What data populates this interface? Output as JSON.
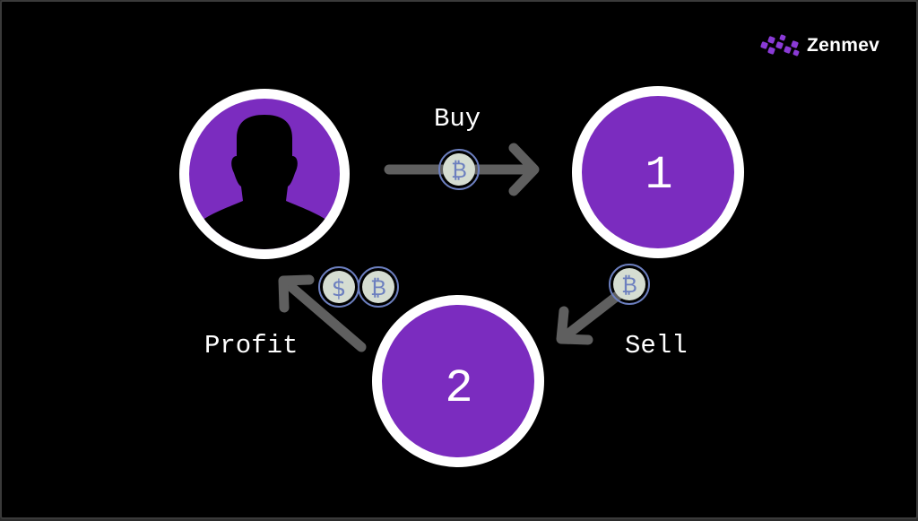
{
  "brand": {
    "name": "Zenmev",
    "logo_color": "#8a3ad6"
  },
  "labels": {
    "buy": "Buy",
    "sell": "Sell",
    "profit": "Profit"
  },
  "nodes": [
    {
      "id": "user",
      "icon": "user-silhouette-icon",
      "text": ""
    },
    {
      "id": "exchange-1",
      "text": "1"
    },
    {
      "id": "exchange-2",
      "text": "2"
    }
  ],
  "coins": {
    "bitcoin_symbol": "₿",
    "dollar_symbol": "$"
  },
  "colors": {
    "background": "#000000",
    "node_fill": "#7b2cbf",
    "node_ring": "#ffffff",
    "arrow": "#5f5f5f",
    "coin_fill": "#d5ddd2",
    "coin_symbol": "#6c7fbf"
  }
}
